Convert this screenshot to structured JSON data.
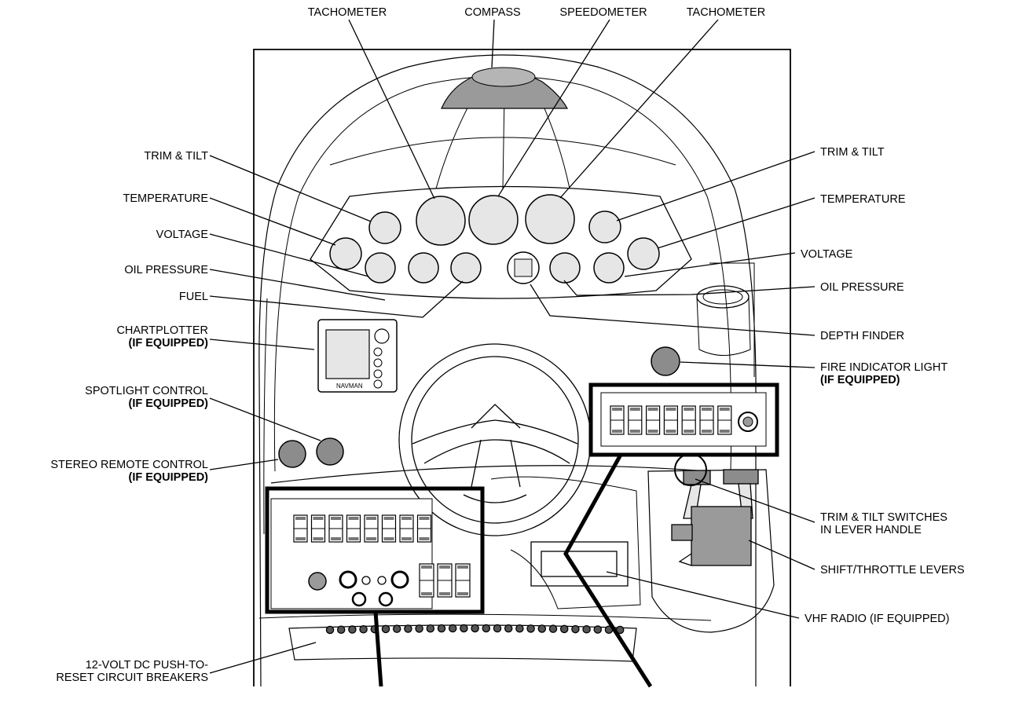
{
  "labels": {
    "tachometer_left": "TACHOMETER",
    "compass": "COMPASS",
    "speedometer": "SPEEDOMETER",
    "tachometer_right": "TACHOMETER",
    "trim_tilt_left": "TRIM & TILT",
    "temperature_left": "TEMPERATURE",
    "voltage_left": "VOLTAGE",
    "oil_pressure_left": "OIL PRESSURE",
    "fuel": "FUEL",
    "chartplotter": "CHARTPLOTTER",
    "chartplotter_note": "(IF EQUIPPED)",
    "spotlight_control": "SPOTLIGHT CONTROL",
    "spotlight_note": "(IF EQUIPPED)",
    "stereo_remote": "STEREO REMOTE CONTROL",
    "stereo_note": "(IF EQUIPPED)",
    "circuit_breakers_line1": "12-VOLT DC PUSH-TO-",
    "circuit_breakers_line2": "RESET CIRCUIT BREAKERS",
    "trim_tilt_right": "TRIM & TILT",
    "temperature_right": "TEMPERATURE",
    "voltage_right": "VOLTAGE",
    "oil_pressure_right": "OIL PRESSURE",
    "depth_finder": "DEPTH FINDER",
    "fire_indicator": "FIRE INDICATOR LIGHT",
    "fire_note": "(IF EQUIPPED)",
    "trim_switches_line1": "TRIM & TILT SWITCHES",
    "trim_switches_line2": "IN LEVER HANDLE",
    "shift_throttle": "SHIFT/THROTTLE LEVERS",
    "vhf_radio": "VHF RADIO",
    "vhf_note": "(IF EQUIPPED)"
  },
  "device_text": {
    "chartplotter_brand": "NAVMAN"
  },
  "colors": {
    "line": "#000000",
    "gauge_fill": "#e6e6e6",
    "light_fill": "#8c8c8c",
    "knob_fill": "#9a9a9a"
  }
}
